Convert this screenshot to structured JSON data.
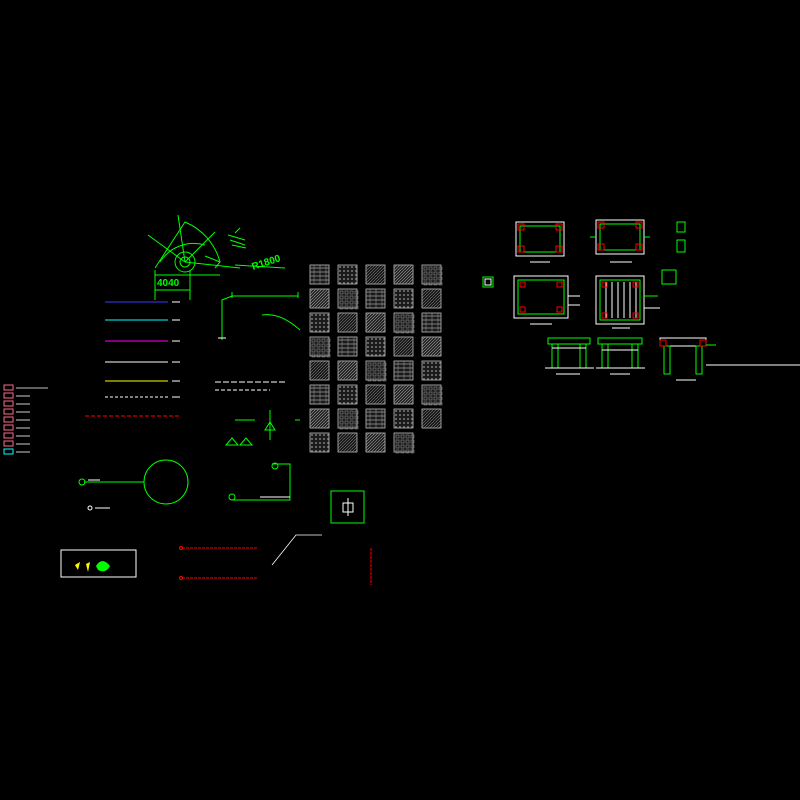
{
  "drawing": {
    "background": "#000000",
    "annotations": {
      "dim_width": "4040",
      "dim_radius": "R1800"
    },
    "colors": {
      "green": "#00ff00",
      "white": "#ffffff",
      "red": "#ff0000",
      "blue": "#3b3bff",
      "cyan": "#00ffff",
      "magenta": "#ff00ff",
      "yellow": "#ffff00",
      "gray": "#9a9a9a",
      "pink": "#ff6b8b"
    },
    "legend_line_colors": [
      "#3b3bff",
      "#00ffff",
      "#ff00ff",
      "#ffffff",
      "#ffff00",
      "#ffffff"
    ],
    "hatch_grid": {
      "columns": 5,
      "rows": 8,
      "last_row_cells": 4
    },
    "layer_swatches": [
      "#ff6b8b",
      "#ff6b8b",
      "#ff6b8b",
      "#ff6b8b",
      "#ff6b8b",
      "#ff6b8b",
      "#ff6b8b",
      "#ff6b8b",
      "#00ffff"
    ]
  }
}
